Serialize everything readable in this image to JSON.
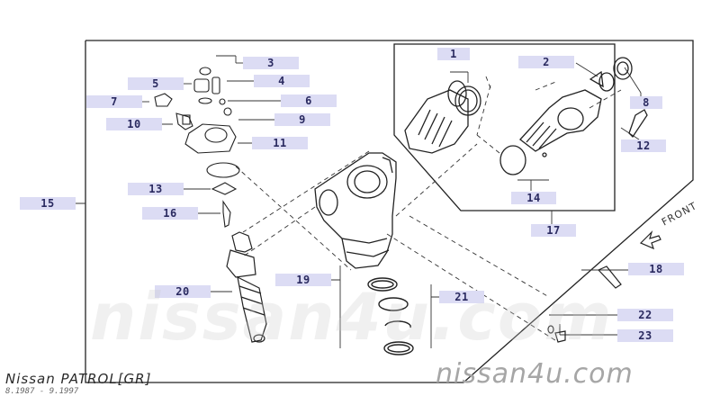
{
  "title": "Nissan PATROL[GR]",
  "period": "8.1987 - 9.1997",
  "watermark_big": "nissan4u.com",
  "watermark_small": "nissan4u.com",
  "front_label": "FRONT",
  "parts": {
    "p1": "1",
    "p2": "2",
    "p3": "3",
    "p4": "4",
    "p5": "5",
    "p6": "6",
    "p7": "7",
    "p8": "8",
    "p9": "9",
    "p10": "10",
    "p11": "11",
    "p12": "12",
    "p13": "13",
    "p14": "14",
    "p15": "15",
    "p16": "16",
    "p17": "17",
    "p18": "18",
    "p19": "19",
    "p20": "20",
    "p21": "21",
    "p22": "22",
    "p23": "23"
  }
}
